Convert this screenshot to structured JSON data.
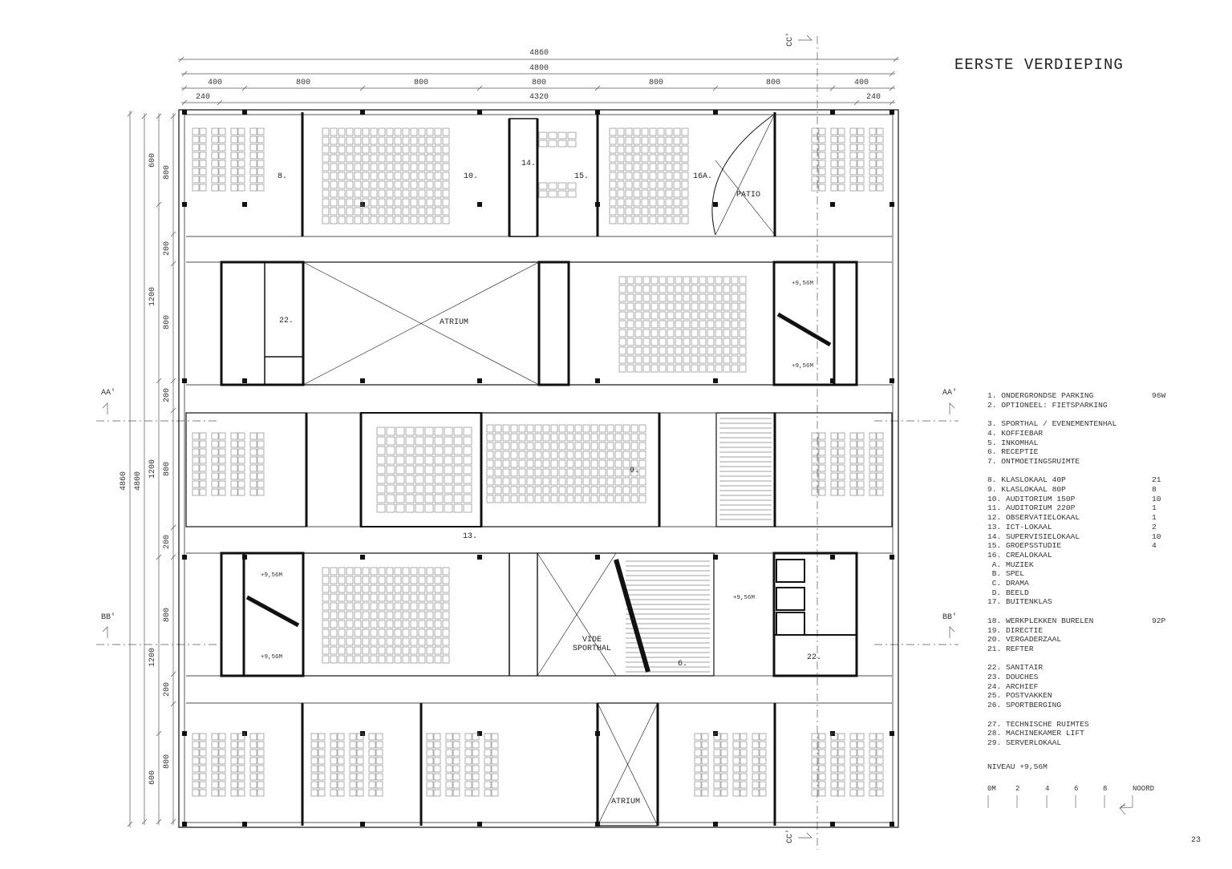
{
  "title": "EERSTE VERDIEPING",
  "page_number": "23",
  "dimensions": {
    "top": {
      "overall": "4860",
      "inner": "4800",
      "bays": [
        "400",
        "800",
        "800",
        "800",
        "800",
        "800",
        "400"
      ],
      "edges": [
        "240",
        "4320",
        "240"
      ]
    },
    "left": {
      "overall": "4860",
      "inner": "4800",
      "bands": [
        "600",
        "1200",
        "1200",
        "1200",
        "600"
      ],
      "sub": [
        "800",
        "200",
        "800",
        "200",
        "800",
        "200",
        "800",
        "200",
        "800"
      ]
    }
  },
  "section_markers": {
    "aa": "AA'",
    "bb": "BB'",
    "cc": "CC'"
  },
  "room_labels": {
    "r8": "8.",
    "r10": "10.",
    "r14": "14.",
    "r15": "15.",
    "r16a": "16A.",
    "patio": "PATIO",
    "r22a": "22.",
    "atrium1": "ATRIUM",
    "lvl1": "+9,56M",
    "lvl2": "+9,56M",
    "r9": "9.",
    "r13": "13.",
    "lvl3": "+9,56M",
    "lvl4": "+9,56M",
    "vide1": "VIDE",
    "vide2": "SPORTHAL",
    "r6": "6.",
    "lvl5": "+9,56M",
    "r22b": "22.",
    "atrium2": "ATRIUM"
  },
  "legend": {
    "groups": [
      [
        {
          "label": "1. ONDERGRONDSE PARKING",
          "value": "96W"
        },
        {
          "label": "2. OPTIONEEL: FIETSPARKING",
          "value": ""
        }
      ],
      [
        {
          "label": "3. SPORTHAL / EVENEMENTENHAL",
          "value": ""
        },
        {
          "label": "4. KOFFIEBAR",
          "value": ""
        },
        {
          "label": "5. INKOMHAL",
          "value": ""
        },
        {
          "label": "6. RECEPTIE",
          "value": ""
        },
        {
          "label": "7. ONTMOETINGSRUIMTE",
          "value": ""
        }
      ],
      [
        {
          "label": "8. KLASLOKAAL 40P",
          "value": "21"
        },
        {
          "label": "9. KLASLOKAAL 80P",
          "value": "8"
        },
        {
          "label": "10. AUDITORIUM 150P",
          "value": "10"
        },
        {
          "label": "11. AUDITORIUM 220P",
          "value": "1"
        },
        {
          "label": "12. OBSERVATIELOKAAL",
          "value": "1"
        },
        {
          "label": "13. ICT-LOKAAL",
          "value": "2"
        },
        {
          "label": "14. SUPERVISIELOKAAL",
          "value": "10"
        },
        {
          "label": "15. GROEPSSTUDIE",
          "value": "4"
        },
        {
          "label": "16. CREALOKAAL",
          "value": ""
        },
        {
          "label": " A. MUZIEK",
          "value": ""
        },
        {
          "label": " B. SPEL",
          "value": ""
        },
        {
          "label": " C. DRAMA",
          "value": ""
        },
        {
          "label": " D. BEELD",
          "value": ""
        },
        {
          "label": "17. BUITENKLAS",
          "value": ""
        }
      ],
      [
        {
          "label": "18. WERKPLEKKEN BURELEN",
          "value": "92P"
        },
        {
          "label": "19. DIRECTIE",
          "value": ""
        },
        {
          "label": "20. VERGADERZAAL",
          "value": ""
        },
        {
          "label": "21. REFTER",
          "value": ""
        }
      ],
      [
        {
          "label": "22. SANITAIR",
          "value": ""
        },
        {
          "label": "23. DOUCHES",
          "value": ""
        },
        {
          "label": "24. ARCHIEF",
          "value": ""
        },
        {
          "label": "25. POSTVAKKEN",
          "value": ""
        },
        {
          "label": "26. SPORTBERGING",
          "value": ""
        }
      ],
      [
        {
          "label": "27. TECHNISCHE RUIMTES",
          "value": ""
        },
        {
          "label": "28. MACHINEKAMER LIFT",
          "value": ""
        },
        {
          "label": "29. SERVERLOKAAL",
          "value": ""
        }
      ]
    ],
    "niveau": "NIVEAU +9,56M"
  },
  "scale_bar": {
    "ticks": [
      "0M",
      "2",
      "4",
      "6",
      "8"
    ],
    "north": "NOORD"
  }
}
